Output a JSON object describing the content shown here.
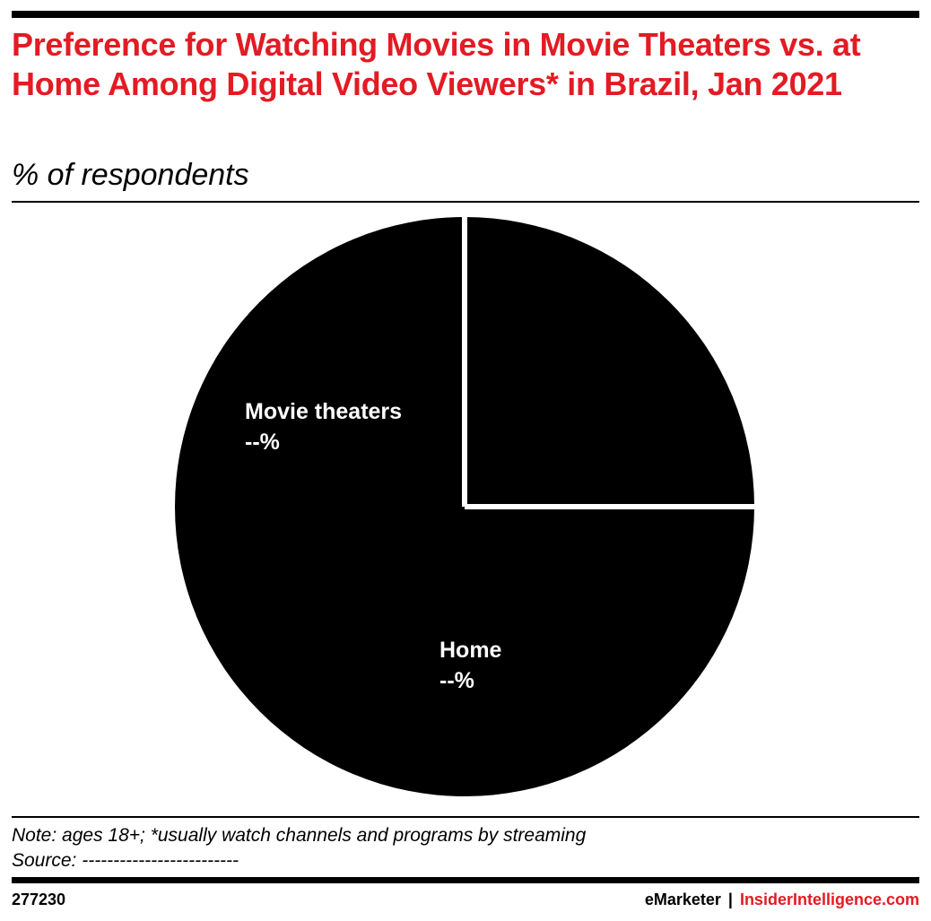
{
  "header": {
    "title": "Preference for Watching Movies in Movie Theaters vs. at Home Among Digital Video Viewers* in Brazil, Jan 2021",
    "subtitle": "% of respondents"
  },
  "chart_data": {
    "type": "pie",
    "title": "Preference for Watching Movies in Movie Theaters vs. at Home Among Digital Video Viewers* in Brazil, Jan 2021",
    "subtitle": "% of respondents",
    "slices": [
      {
        "label": "Movie theaters",
        "value_label": "--%",
        "value": 25
      },
      {
        "label": "Home",
        "value_label": "--%",
        "value": 75
      }
    ],
    "start_angle_deg": 270,
    "slice_color": "#000000",
    "separator_color": "#ffffff",
    "legend": "none"
  },
  "footer": {
    "note": "Note: ages 18+; *usually watch channels and programs by streaming",
    "source": "Source: -------------------------",
    "chart_id": "277230",
    "brand_primary": "eMarketer",
    "brand_separator": "|",
    "brand_secondary": "InsiderIntelligence.com"
  },
  "colors": {
    "accent": "#e31b23",
    "text": "#000000",
    "background": "#ffffff"
  }
}
